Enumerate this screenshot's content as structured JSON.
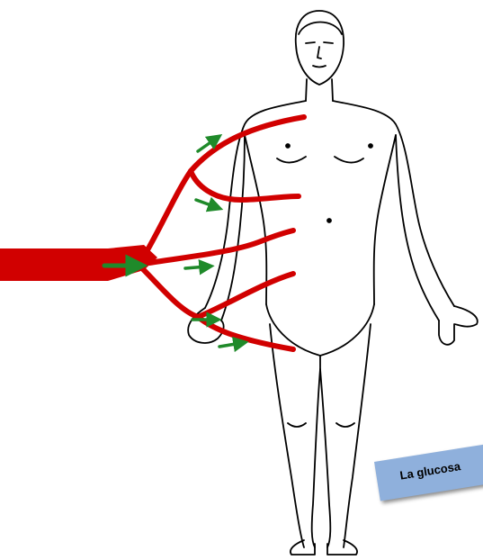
{
  "label": {
    "text": "La glucosa"
  },
  "colors": {
    "artery": "#d10000",
    "arrow": "#1f8a2a",
    "outline": "#000000",
    "label_box": "#8fb0dc"
  },
  "icons": [
    "human-body-outline",
    "artery-tree",
    "flow-arrow"
  ]
}
